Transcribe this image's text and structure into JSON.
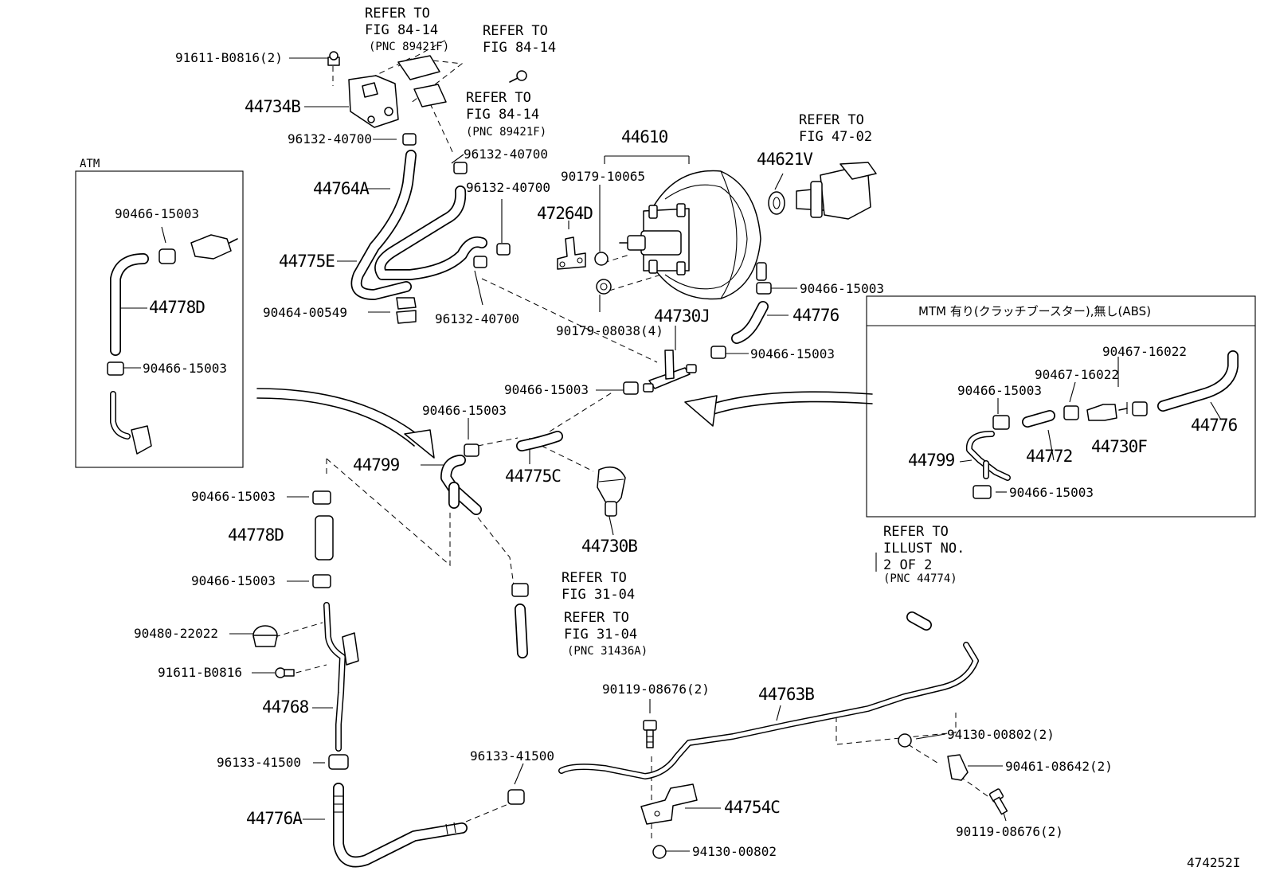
{
  "figure_id": "474252I",
  "atm_box_label": "ATM",
  "mtm_box_label": "MTM 有り(クラッチブースター),無し(ABS)",
  "refs": {
    "r1": "REFER TO\nFIG 84-14",
    "r1_pnc": "(PNC 89421F)",
    "r2": "REFER TO\nFIG 84-14",
    "r3": "REFER TO\nFIG 84-14",
    "r3_pnc": "(PNC 89421F)",
    "r4": "REFER TO\nFIG 47-02",
    "r5": "REFER TO\nFIG 31-04",
    "r6": "REFER TO\nFIG 31-04",
    "r6_pnc": "(PNC 31436A)",
    "r7": "REFER TO\nILLUST NO.\n2 OF 2",
    "r7_pnc": "(PNC 44774)"
  },
  "parts": {
    "p91611_b0816_2": "91611-B0816(2)",
    "p44734b": "44734B",
    "p96132_40700_a": "96132-40700",
    "p96132_40700_b": "96132-40700",
    "p96132_40700_c": "96132-40700",
    "p96132_40700_d": "96132-40700",
    "p44764a": "44764A",
    "p44775e": "44775E",
    "p90464_00549": "90464-00549",
    "p44610": "44610",
    "p90179_10065": "90179-10065",
    "p47264d": "47264D",
    "p44621v": "44621V",
    "p90466_15003_top": "90466-15003",
    "p90179_08038_4": "90179-08038(4)",
    "p44730j": "44730J",
    "p44776": "44776",
    "p90466_15003_mid": "90466-15003",
    "p90466_15003_tee": "90466-15003",
    "p90466_15003_44799": "90466-15003",
    "p44799": "44799",
    "p44775c": "44775C",
    "p44730b": "44730B",
    "atm_90466_15003_a": "90466-15003",
    "atm_44778d": "44778D",
    "atm_90466_15003_b": "90466-15003",
    "p90466_15003_l1": "90466-15003",
    "p44778d": "44778D",
    "p90466_15003_l2": "90466-15003",
    "p90480_22022": "90480-22022",
    "p91611_b0816": "91611-B0816",
    "p44768": "44768",
    "p96133_41500_a": "96133-41500",
    "p44776a": "44776A",
    "p96133_41500_b": "96133-41500",
    "p90119_08676_2a": "90119-08676(2)",
    "p44763b": "44763B",
    "p44754c": "44754C",
    "p94130_00802": "94130-00802",
    "p94130_00802_2": "94130-00802(2)",
    "p90461_08642_2": "90461-08642(2)",
    "p90119_08676_2b": "90119-08676(2)",
    "mtm_90467_16022_a": "90467-16022",
    "mtm_90467_16022_b": "90467-16022",
    "mtm_90466_15003_a": "90466-15003",
    "mtm_44776": "44776",
    "mtm_44772": "44772",
    "mtm_44730f": "44730F",
    "mtm_44799": "44799",
    "mtm_90466_15003_b": "90466-15003"
  }
}
